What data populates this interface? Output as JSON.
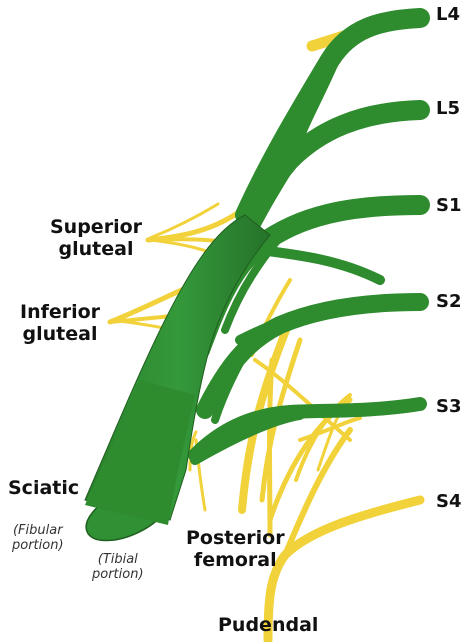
{
  "roots": {
    "l4": "L4",
    "l5": "L5",
    "s1": "S1",
    "s2": "S2",
    "s3": "S3",
    "s4": "S4"
  },
  "nerves": {
    "superior_gluteal": [
      "Superior",
      "gluteal"
    ],
    "inferior_gluteal": [
      "Inferior",
      "gluteal"
    ],
    "sciatic": "Sciatic",
    "fibular_portion": [
      "(Fibular",
      "portion)"
    ],
    "tibial_portion": [
      "(Tibial",
      "portion)"
    ],
    "posterior_femoral": [
      "Posterior",
      "femoral"
    ],
    "pudendal": "Pudendal"
  },
  "colors": {
    "nerve_green": "#2e8b2e",
    "nerve_green_dark": "#1f5f1f",
    "branch_yellow": "#f2d23a",
    "branch_yellow_dark": "#b89a10"
  }
}
